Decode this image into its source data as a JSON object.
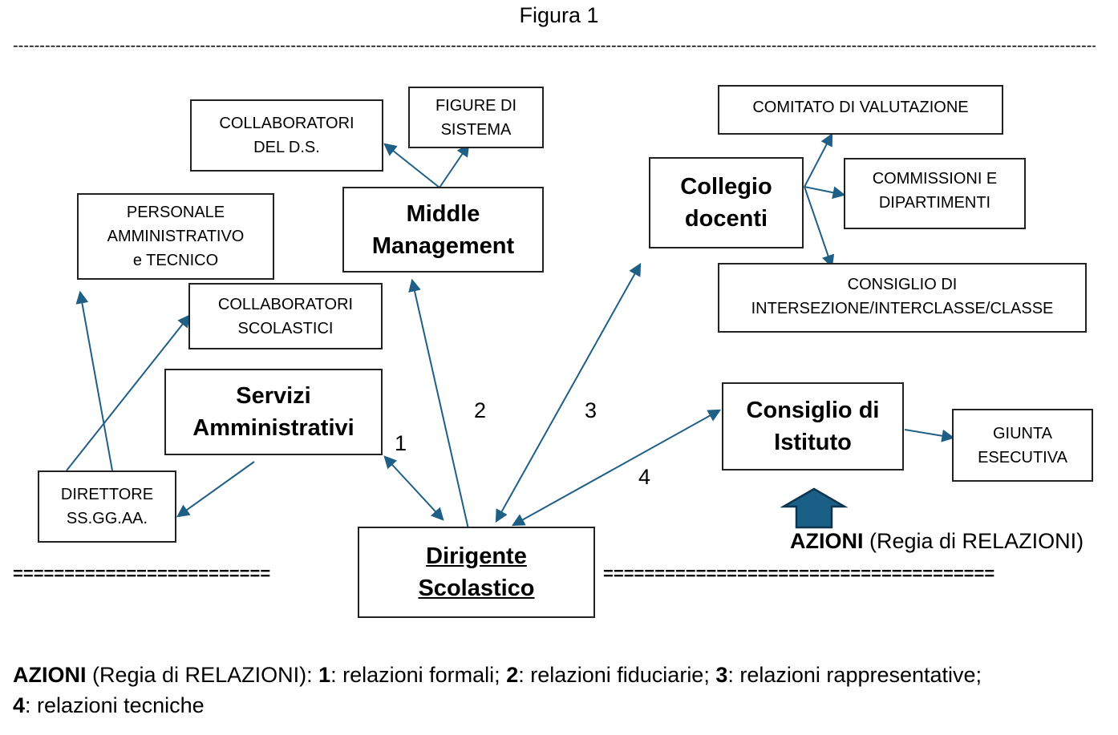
{
  "title": "Figura 1",
  "dash_separator": "-----------------------------------------------------------------------------------------------------------------------------------------------------------------------------------------------------------------------------",
  "eq_left": "=========================",
  "eq_right": "======================================",
  "boxes": {
    "collaboratori_ds": [
      "COLLABORATORI",
      "DEL D.S."
    ],
    "figure_sistema": [
      "FIGURE DI",
      "SISTEMA"
    ],
    "middle_management": [
      "Middle",
      "Management"
    ],
    "personale_ata": [
      "PERSONALE",
      "AMMINISTRATIVO",
      "e TECNICO"
    ],
    "collaboratori_scolastici": [
      "COLLABORATORI",
      "SCOLASTICI"
    ],
    "servizi_amministrativi": [
      "Servizi",
      "Amministrativi"
    ],
    "direttore": [
      "DIRETTORE",
      "SS.GG.AA."
    ],
    "dirigente": [
      "Dirigente",
      "Scolastico"
    ],
    "collegio_docenti": [
      "Collegio",
      "docenti"
    ],
    "comitato_valutazione": [
      "COMITATO DI VALUTAZIONE"
    ],
    "commissioni": [
      "COMMISSIONI E",
      "DIPARTIMENTI"
    ],
    "consiglio_intersezione": [
      "CONSIGLIO DI",
      "INTERSEZIONE/INTERCLASSE/CLASSE"
    ],
    "consiglio_istituto": [
      "Consiglio di",
      "Istituto"
    ],
    "giunta": [
      "GIUNTA",
      "ESECUTIVA"
    ]
  },
  "numbers": {
    "n1": "1",
    "n2": "2",
    "n3": "3",
    "n4": "4"
  },
  "azioni_label": {
    "bold": "AZIONI",
    "rest": " (Regia di RELAZIONI)"
  },
  "legend": {
    "azioni": "AZIONI",
    "intro": " (Regia di RELAZIONI): ",
    "k1": "1",
    "t1": ": relazioni formali; ",
    "k2": "2",
    "t2": ": relazioni fiduciarie; ",
    "k3": "3",
    "t3": ": relazioni rappresentative;",
    "k4": "4",
    "t4": ": relazioni tecniche"
  },
  "colors": {
    "arrow": "#1f5f86",
    "up_arrow_fill": "#1a5f85",
    "up_arrow_stroke": "#0d3550",
    "border": "#222222"
  }
}
